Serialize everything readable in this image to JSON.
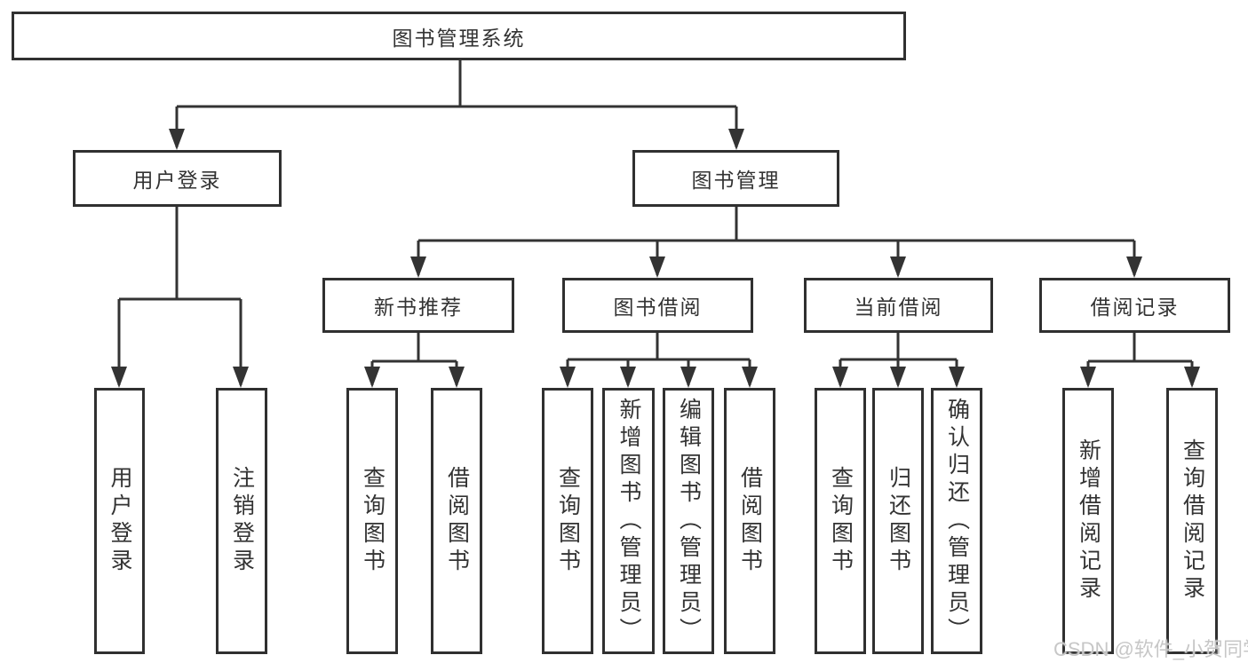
{
  "diagram_title": "图书管理系统",
  "colors": {
    "line": "#333333",
    "border": "#303030",
    "text": "#333333",
    "watermark": "#c7c7c7",
    "background": "#ffffff"
  },
  "nodes": {
    "root": {
      "label": "图书管理系统"
    },
    "user_login": {
      "label": "用户登录"
    },
    "book_mgmt": {
      "label": "图书管理"
    },
    "new_book_rec": {
      "label": "新书推荐"
    },
    "book_borrow": {
      "label": "图书借阅"
    },
    "current_borrow": {
      "label": "当前借阅"
    },
    "borrow_records": {
      "label": "借阅记录"
    },
    "login_leaf": {
      "label": "用户登录"
    },
    "logout_leaf": {
      "label": "注销登录"
    },
    "nb_query": {
      "label": "查询图书"
    },
    "nb_borrow": {
      "label": "借阅图书"
    },
    "bb_query": {
      "label": "查询图书"
    },
    "bb_add": {
      "label": "新增图书（管理员）"
    },
    "bb_edit": {
      "label": "编辑图书（管理员）"
    },
    "bb_borrow": {
      "label": "借阅图书"
    },
    "cb_query": {
      "label": "查询图书"
    },
    "cb_return": {
      "label": "归还图书"
    },
    "cb_confirm": {
      "label": "确认归还（管理员）"
    },
    "br_add": {
      "label": "新增借阅记录"
    },
    "br_query": {
      "label": "查询借阅记录"
    }
  },
  "watermark": {
    "text": "CSDN @软件_小贺同学"
  }
}
